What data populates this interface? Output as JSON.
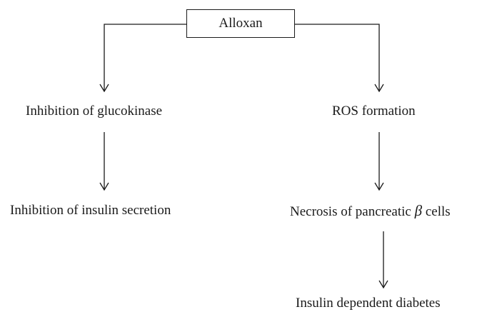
{
  "diagram": {
    "root": {
      "label": "Alloxan"
    },
    "left_branch": {
      "step1": "Inhibition of glucokinase",
      "step2": "Inhibition of insulin secretion"
    },
    "right_branch": {
      "step1": "ROS formation",
      "step2_prefix": "Necrosis of pancreatic ",
      "step2_symbol": "β",
      "step2_suffix": " cells",
      "step3": "Insulin dependent diabetes"
    }
  }
}
